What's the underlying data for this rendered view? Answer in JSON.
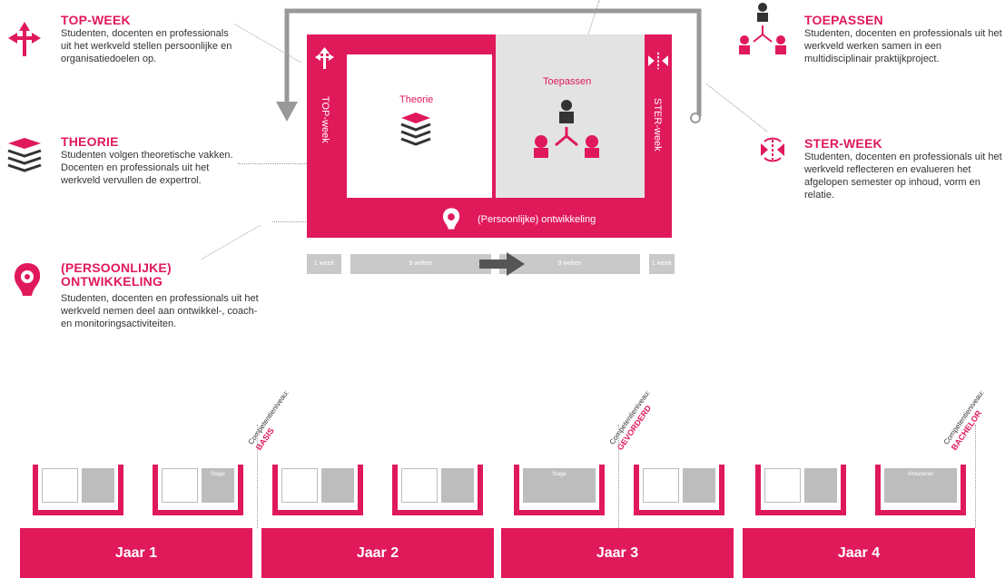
{
  "legend": {
    "top_week": {
      "title": "TOP-WEEK",
      "text": "Studenten, docenten en professionals uit het werkveld stellen persoonlijke en organisatiedoelen op."
    },
    "theorie": {
      "title": "THEORIE",
      "text": "Studenten volgen theoretische vakken. Docenten en professionals uit het werkveld vervullen de expertrol."
    },
    "ontwikkeling": {
      "title": "(PERSOONLIJKE) ONTWIKKELING",
      "text": "Studenten, docenten en professionals uit het werkveld nemen deel aan ontwikkel-, coach- en monitoringsactiviteiten."
    },
    "toepassen": {
      "title": "TOEPASSEN",
      "text": "Studenten, docenten en professionals uit het werkveld werken samen in een multidisciplinair praktijkproject."
    },
    "ster_week": {
      "title": "STER-WEEK",
      "text": "Studenten, docenten en professionals uit het werkveld reflecteren en evalueren het afgelopen semester op inhoud, vorm en relatie."
    }
  },
  "semester": {
    "top_week_label": "TOP-week",
    "ster_week_label": "STER-week",
    "theorie_label": "Theorie",
    "toepassen_label": "Toepassen",
    "ontwikkeling_label": "(Persoonlijke) ontwikkeling",
    "weeks": [
      "1 week",
      "9 weken",
      "9 weken",
      "1 week"
    ]
  },
  "mini_labels": {
    "stage1": "Stage",
    "stage2": "Stage",
    "afstuderen": "Afstuderen"
  },
  "competence": [
    {
      "prefix": "Competentieniveau:",
      "level": "BASIS"
    },
    {
      "prefix": "Competentieniveau:",
      "level": "GEVORDERD"
    },
    {
      "prefix": "Competentieniveau:",
      "level": "BACHELOR"
    }
  ],
  "years": [
    "Jaar 1",
    "Jaar 2",
    "Jaar 3",
    "Jaar 4"
  ],
  "colors": {
    "accent": "#e0195a",
    "grey": "#c9c9c9"
  }
}
